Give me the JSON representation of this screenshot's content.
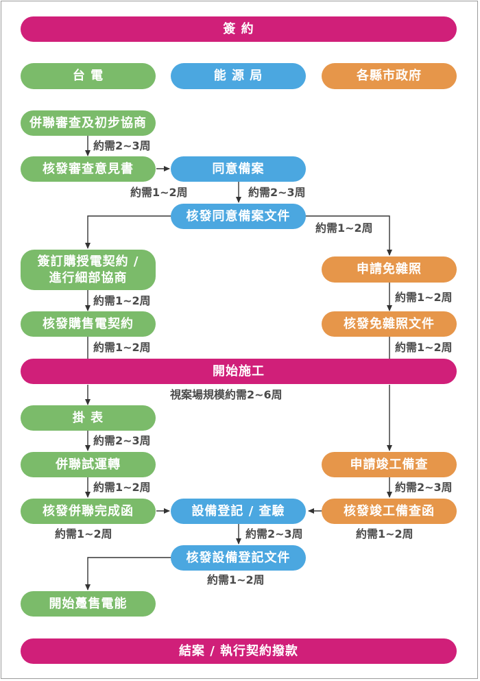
{
  "sign": "簽 約",
  "agencies": {
    "taipower": "台 電",
    "energy": "能 源 局",
    "county": "各縣市政府"
  },
  "steps": {
    "review": "併聯審查及初步協商",
    "opinion": "核發審查意見書",
    "consent": "同意備案",
    "consent_doc": "核發同意備案文件",
    "contract_line1": "簽訂購授電契約 /",
    "contract_line2": "進行細部協商",
    "sale_contract": "核發購售電契約",
    "apply_permit": "申請免雜照",
    "permit_doc": "核發免雜照文件",
    "start_work": "開始施工",
    "meter": "掛 表",
    "trial": "併聯試運轉",
    "completion": "核發併聯完成函",
    "register": "設備登記 / 查驗",
    "finish_apply": "申請竣工備查",
    "finish_doc": "核發竣工備查函",
    "register_doc": "核發設備登記文件",
    "start_sale": "開始躉售電能",
    "close": "結案 / 執行契約撥款"
  },
  "durations": {
    "d1": "約需2~3周",
    "d2": "約需1~2周",
    "d3": "約需2~3周",
    "d4": "約需1~2周",
    "d5": "約需1~2周",
    "d6": "約需1~2周",
    "d7": "約需1~2周",
    "d8": "約需1~2周",
    "d9": "視案場規模約需2~6周",
    "d10": "約需2~3周",
    "d11": "約需1~2周",
    "d12": "約需2~3周",
    "d13": "約需1~2周",
    "d14": "約需2~3周",
    "d15": "約需1~2周",
    "d16": "約需1~2周"
  },
  "colors": {
    "bar": "#d01f79",
    "taipower": "#7bbb6a",
    "energy": "#4ba7e0",
    "county": "#e6964a",
    "arrow": "#333333"
  }
}
